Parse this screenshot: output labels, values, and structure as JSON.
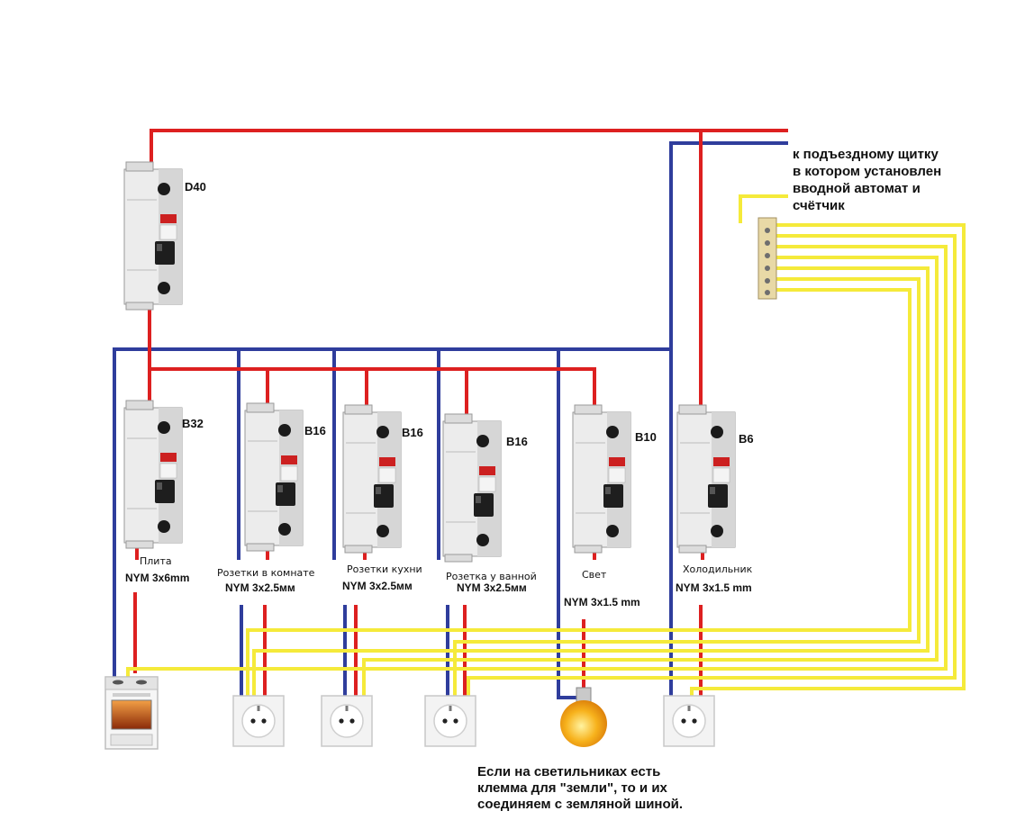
{
  "colors": {
    "phase": "#dd2020",
    "neutral": "#2f3d9c",
    "earth": "#f5ea3a",
    "breaker_body": "#e9e9e9",
    "breaker_dark": "#202020",
    "breaker_red": "#cc2020"
  },
  "main_breaker": {
    "rating": "D40"
  },
  "feed_note": {
    "lines": [
      "к подъездному щитку",
      "в котором установлен",
      "вводной автомат и",
      "счётчик"
    ]
  },
  "circuits": [
    {
      "rating": "B32",
      "name": "Плита",
      "cable": "NYM 3x6mm",
      "load": "stove-icon"
    },
    {
      "rating": "B16",
      "name": "Розетки в комнате",
      "cable": "NYM 3x2.5мм",
      "load": "socket-icon"
    },
    {
      "rating": "B16",
      "name": "Розетки кухни",
      "cable": "NYM 3x2.5мм",
      "load": "socket-icon"
    },
    {
      "rating": "B16",
      "name": "Розетка у ванной",
      "cable": "NYM 3x2.5мм",
      "load": "socket-icon"
    },
    {
      "rating": "B10",
      "name": "Свет",
      "cable": "NYM 3x1.5 mm",
      "load": "lamp-icon"
    },
    {
      "rating": "B6",
      "name": "Холодильник",
      "cable": "NYM 3x1.5 mm",
      "load": "socket-icon"
    }
  ],
  "bottom_note": {
    "lines": [
      "Если на светильниках есть",
      "клемма для \"земли\", то и их",
      "соединяем с земляной шиной."
    ]
  }
}
